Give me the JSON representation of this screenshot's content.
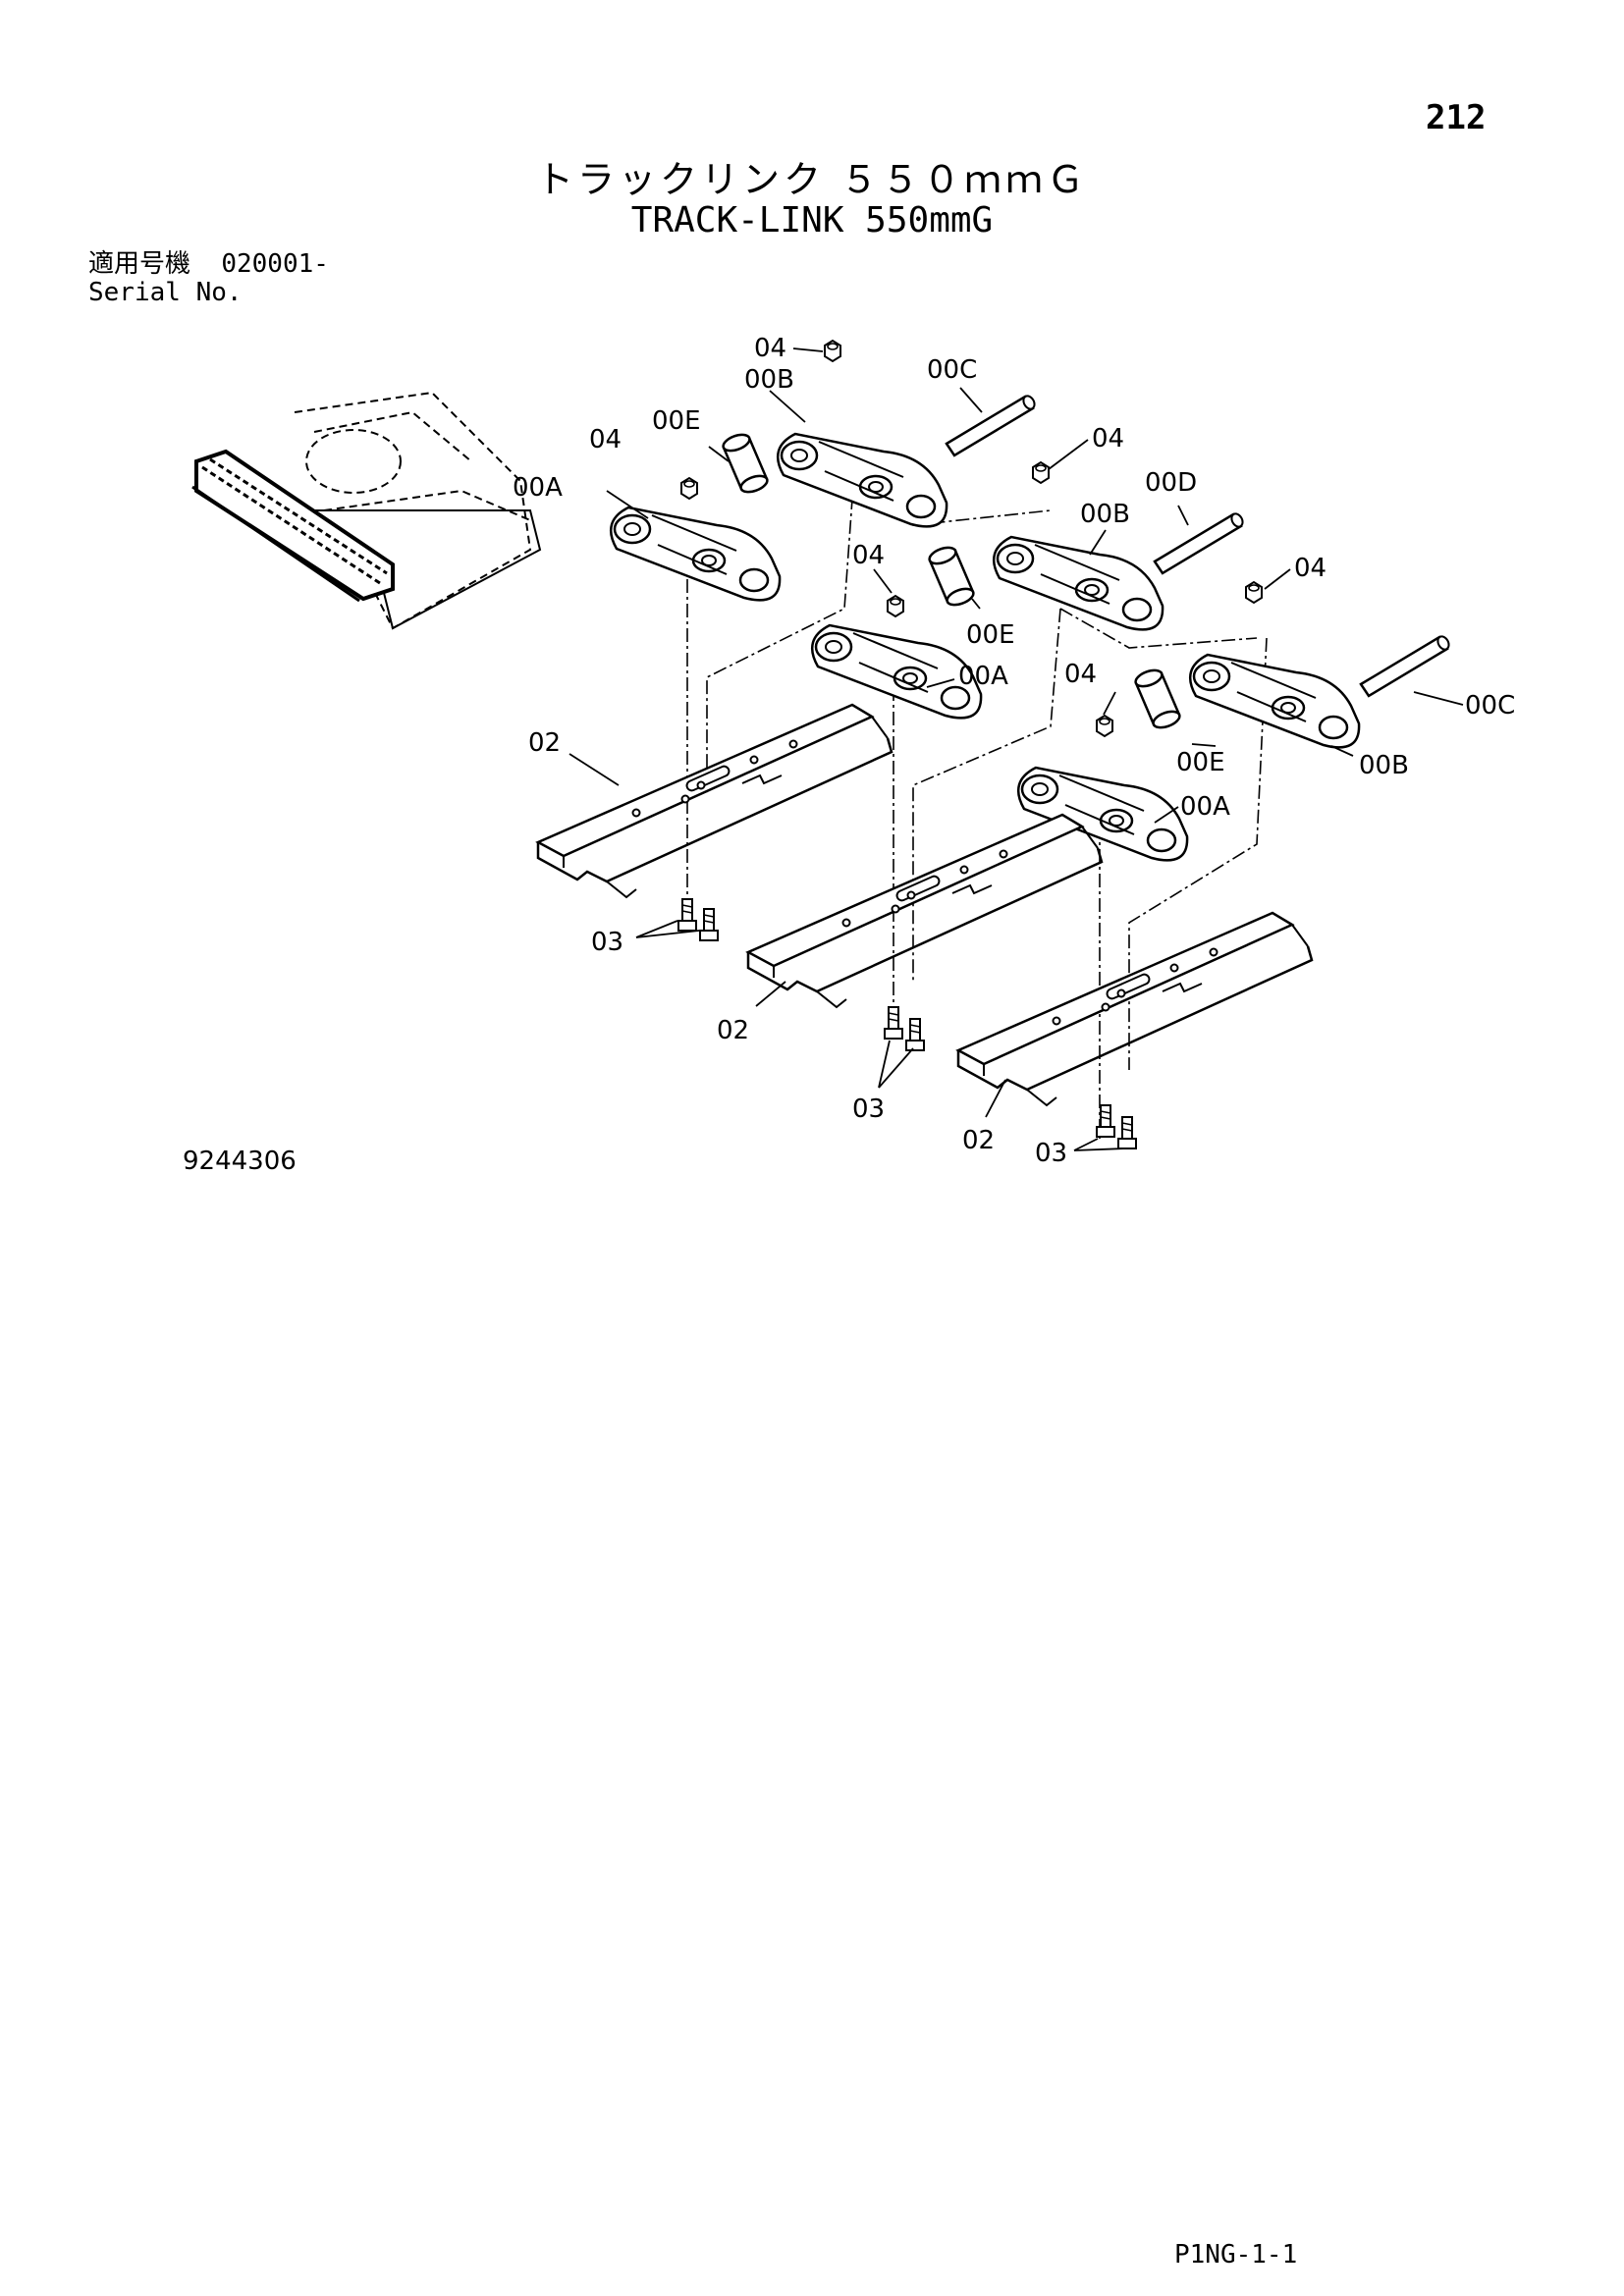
{
  "header": {
    "page_number": "212",
    "title_jp": "トラックリンク ５５０ｍｍＧ",
    "title_en": "TRACK-LINK 550mmG",
    "serial_jp": "適用号機",
    "serial_value": "020001-",
    "serial_en": "Serial No."
  },
  "figure_number": "9244306",
  "footer_code": "P1NG-1-1",
  "callouts": {
    "c04_a": "04",
    "c00B_a": "00B",
    "c00C_a": "00C",
    "c04_b": "04",
    "c00E_a": "00E",
    "c04_c": "04",
    "c00A_a": "00A",
    "c00D": "00D",
    "c00B_b": "00B",
    "c04_d": "04",
    "c00E_b": "00E",
    "c04_e": "04",
    "c00A_b": "00A",
    "c04_f": "04",
    "c00C_b": "00C",
    "c02_a": "02",
    "c00E_c": "00E",
    "c00B_c": "00B",
    "c00A_c": "00A",
    "c03_a": "03",
    "c02_b": "02",
    "c03_b": "03",
    "c02_c": "02",
    "c03_c": "03"
  }
}
